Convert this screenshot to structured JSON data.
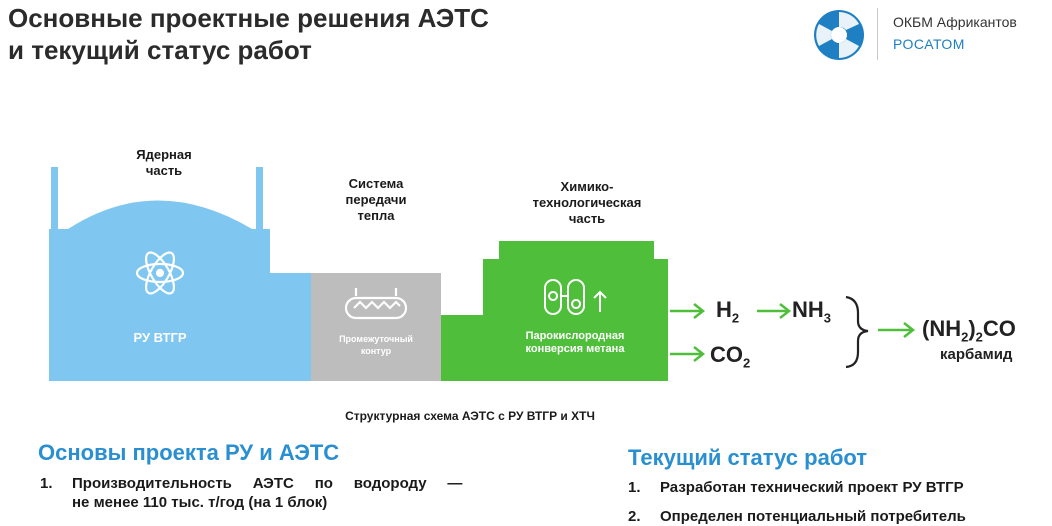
{
  "page": {
    "title_line1": "Основные проектные решения АЭТС",
    "title_line2": "и текущий статус работ"
  },
  "logo": {
    "org_name": "ОКБМ Африкантов",
    "brand": "РОСАТОМ"
  },
  "diagram": {
    "nuclear_label_line1": "Ядерная",
    "nuclear_label_line2": "часть",
    "heat_label_line1": "Система",
    "heat_label_line2": "передачи",
    "heat_label_line3": "тепла",
    "chem_label_line1": "Химико-",
    "chem_label_line2": "технологическая",
    "chem_label_line3": "часть",
    "reactor_block": "РУ ВТГР",
    "heat_block_line1": "Промежуточный",
    "heat_block_line2": "контур",
    "chem_block_line1": "Парокислородная",
    "chem_block_line2": "конверсия метана",
    "h2": "H",
    "h2_sub": "2",
    "nh3": "NH",
    "nh3_sub": "3",
    "co2": "CO",
    "co2_sub": "2",
    "urea_a": "(NH",
    "urea_sub": "2",
    "urea_b": ")",
    "urea_sub2": "2",
    "urea_c": "CO",
    "urea_name": "карбамид",
    "caption": "Структурная схема АЭТС с РУ ВТГР и ХТЧ",
    "colors": {
      "blue": "#7fc6f0",
      "gray": "#bdbdbd",
      "green": "#4fbf3b",
      "dark_green": "#38a92b"
    }
  },
  "left_section": {
    "title": "Основы проекта РУ и АЭТС",
    "items": [
      {
        "num": "1.",
        "line1": "Производительность     АЭТС     по     водороду     —",
        "line2": "не менее 110 тыс. т/год (на 1 блок)"
      }
    ]
  },
  "right_section": {
    "title": "Текущий статус работ",
    "items": [
      {
        "num": "1.",
        "text": "Разработан технический проект РУ ВТГР"
      },
      {
        "num": "2.",
        "text": "Определен потенциальный потребитель"
      }
    ]
  }
}
